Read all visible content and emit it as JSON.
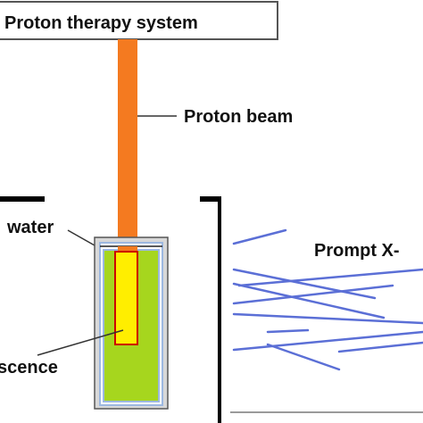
{
  "labels": {
    "system": "Proton therapy system",
    "beam": "Proton beam",
    "water": "water",
    "prompt": "Prompt X-",
    "scence": "scence"
  },
  "colors": {
    "beam": "#f47a20",
    "phantom_fill": "#a6d61e",
    "scintillator_fill": "#ffee00",
    "scintillator_border": "#cc0000",
    "container_border": "#9db8e0",
    "xray": "#5b6fd6",
    "outline": "#000000",
    "floor": "#9a9a9a"
  }
}
